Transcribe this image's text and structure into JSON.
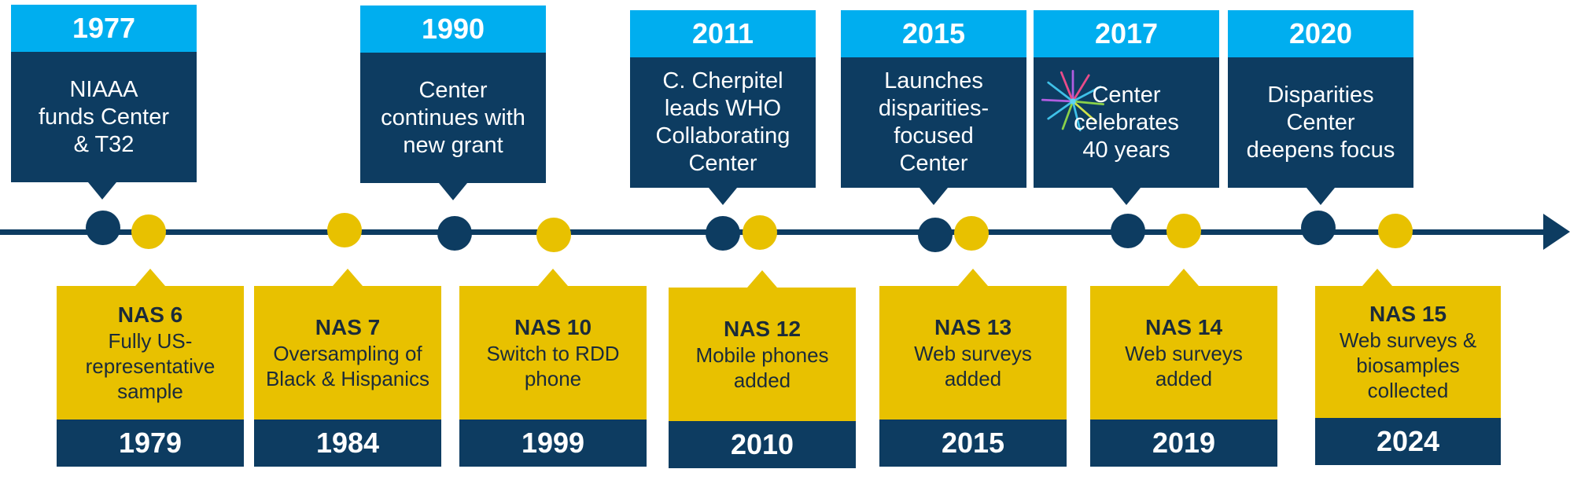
{
  "colors": {
    "navy": "#0d3c61",
    "sky": "#00aeef",
    "gold": "#e8c100",
    "bottom_text": "#1b2b3a"
  },
  "top_events": [
    {
      "year": "1977",
      "text": "NIAAA\nfunds Center\n& T32"
    },
    {
      "year": "1990",
      "text": "Center\ncontinues with\nnew grant"
    },
    {
      "year": "2011",
      "text": "C. Cherpitel\nleads WHO\nCollaborating\nCenter"
    },
    {
      "year": "2015",
      "text": "Launches\ndisparities-\nfocused\nCenter"
    },
    {
      "year": "2017",
      "text": "Center\ncelebrates\n40 years",
      "icon": "fireworks-icon"
    },
    {
      "year": "2020",
      "text": "Disparities\nCenter\ndeepens focus"
    }
  ],
  "bottom_events": [
    {
      "title": "NAS 6",
      "text": "Fully US-\nrepresentative\nsample",
      "year": "1979"
    },
    {
      "title": "NAS 7",
      "text": "Oversampling of\nBlack & Hispanics",
      "year": "1984"
    },
    {
      "title": "NAS 10",
      "text": "Switch to RDD\nphone",
      "year": "1999"
    },
    {
      "title": "NAS 12",
      "text": "Mobile phones\nadded",
      "year": "2010"
    },
    {
      "title": "NAS 13",
      "text": "Web surveys\nadded",
      "year": "2015"
    },
    {
      "title": "NAS 14",
      "text": "Web surveys\nadded",
      "year": "2019"
    },
    {
      "title": "NAS 15",
      "text": "Web surveys &\nbiosamples\ncollected",
      "year": "2024"
    }
  ]
}
